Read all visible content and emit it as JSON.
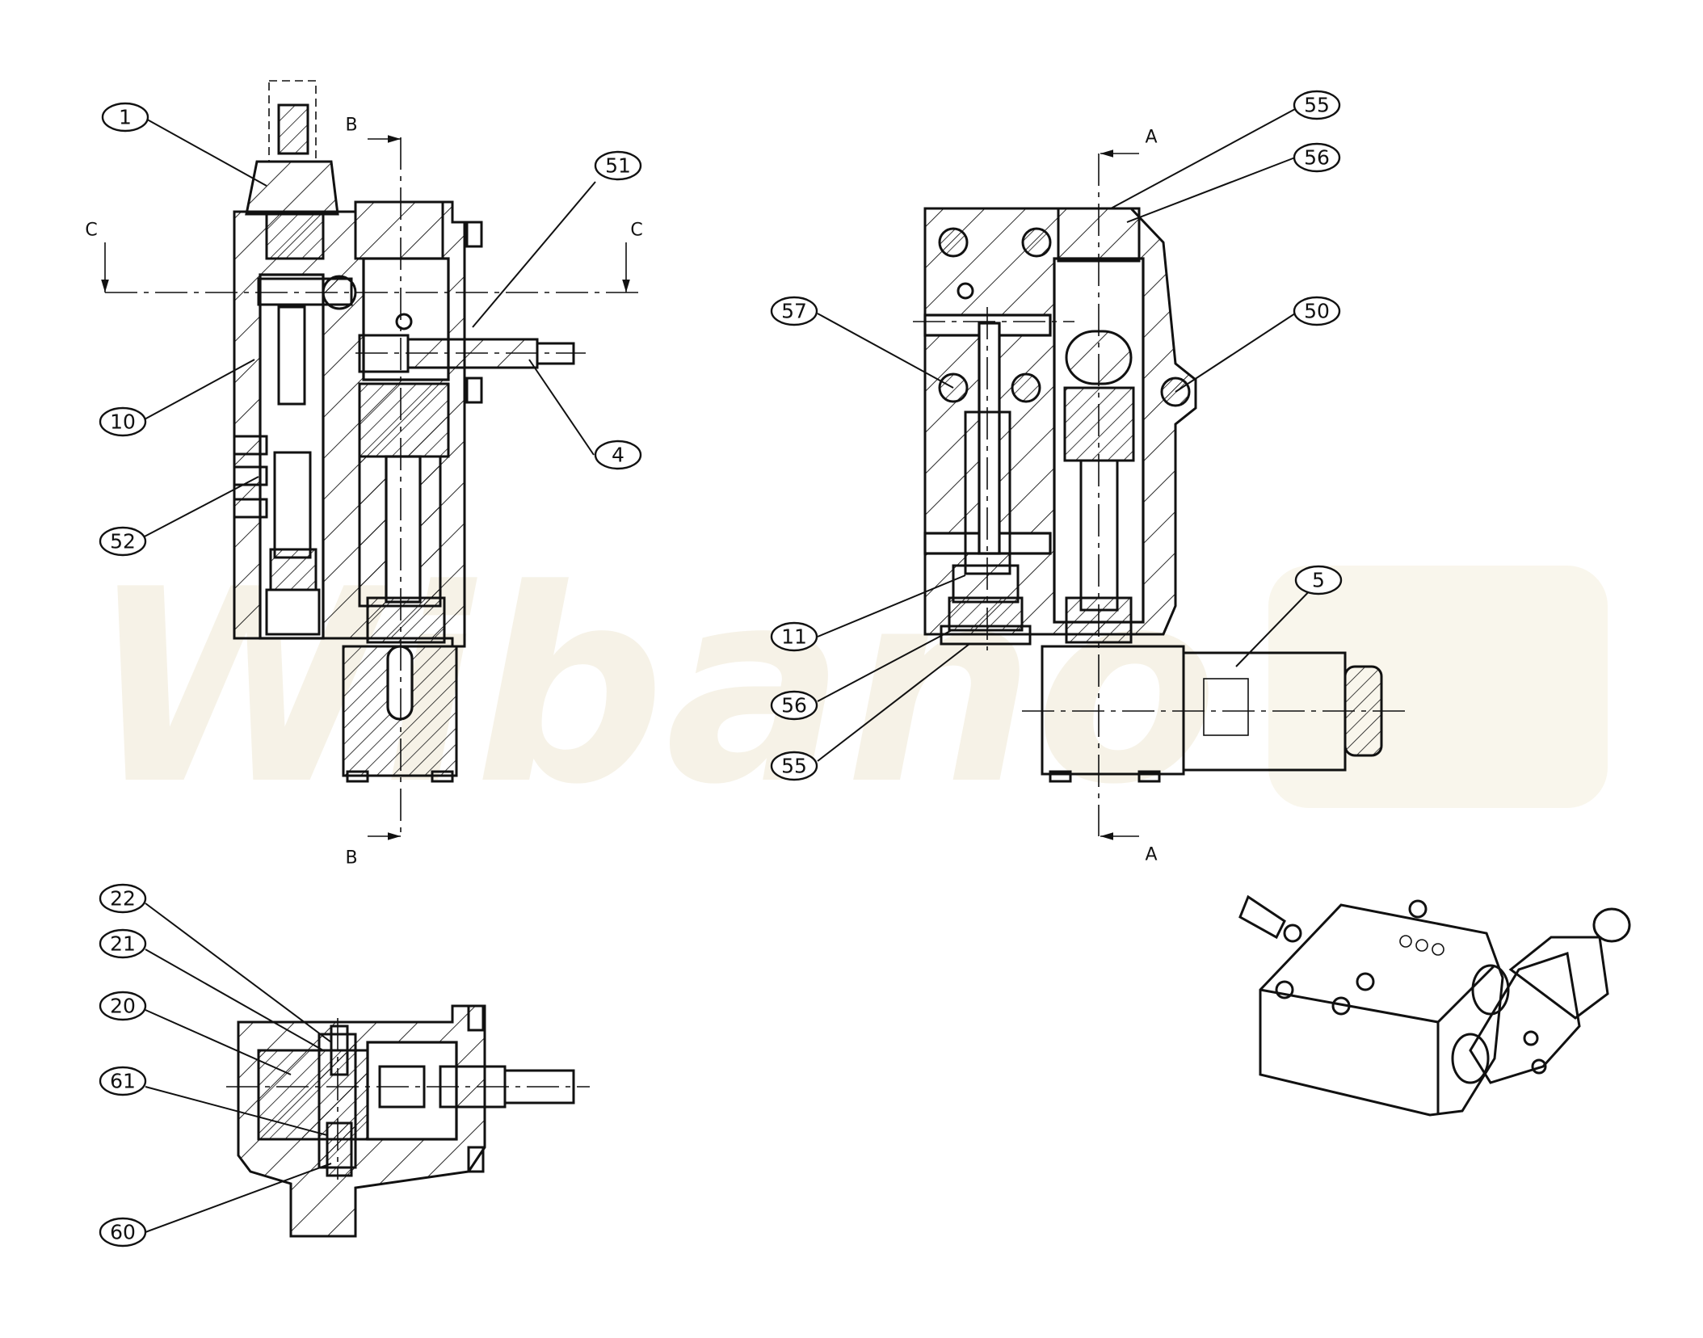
{
  "watermark": {
    "text": "Wibano"
  },
  "section_labels": {
    "b_top": "B",
    "b_bottom": "B",
    "c_left": "C",
    "c_right": "C",
    "a_top": "A",
    "a_bottom": "A"
  },
  "callouts": [
    {
      "id": "c1",
      "label": "1"
    },
    {
      "id": "c10",
      "label": "10"
    },
    {
      "id": "c52",
      "label": "52"
    },
    {
      "id": "c51",
      "label": "51"
    },
    {
      "id": "c4",
      "label": "4"
    },
    {
      "id": "c55a",
      "label": "55"
    },
    {
      "id": "c56a",
      "label": "56"
    },
    {
      "id": "c57",
      "label": "57"
    },
    {
      "id": "c50",
      "label": "50"
    },
    {
      "id": "c5",
      "label": "5"
    },
    {
      "id": "c11",
      "label": "11"
    },
    {
      "id": "c56b",
      "label": "56"
    },
    {
      "id": "c55b",
      "label": "55"
    },
    {
      "id": "c22",
      "label": "22"
    },
    {
      "id": "c21",
      "label": "21"
    },
    {
      "id": "c20",
      "label": "20"
    },
    {
      "id": "c61",
      "label": "61"
    },
    {
      "id": "c60",
      "label": "60"
    }
  ]
}
